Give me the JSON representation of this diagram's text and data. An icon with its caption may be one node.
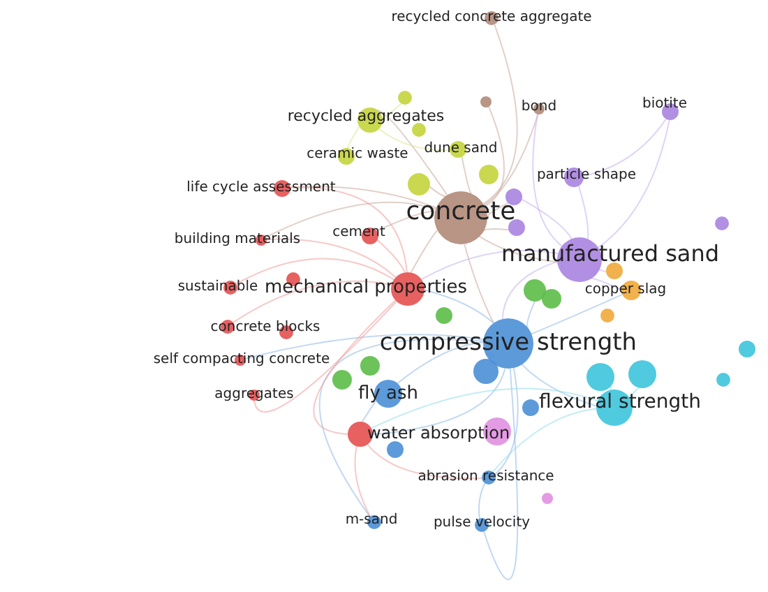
{
  "diagram": {
    "nodes": [
      {
        "text": [
          "concrete"
        ]
      },
      {
        "text": [
          "manufactured sand"
        ]
      },
      {
        "text": [
          "compressive strength"
        ]
      },
      {
        "text": [
          "mechanical properties"
        ]
      },
      {
        "text": [
          "flexural strength"
        ]
      },
      {
        "text": [
          "fly ash"
        ]
      },
      {
        "text": [
          "water absorption"
        ]
      },
      {
        "text": [
          "recycled aggregates"
        ]
      },
      {
        "text": [
          "ceramic waste"
        ]
      },
      {
        "text": [
          "dune sand"
        ]
      },
      {
        "text": [
          "particle shape"
        ]
      },
      {
        "text": [
          "life cycle assessment"
        ]
      },
      {
        "text": [
          "cement"
        ]
      },
      {
        "text": [
          "building materials"
        ]
      },
      {
        "text": [
          "bond"
        ]
      },
      {
        "text": [
          "biotite"
        ]
      },
      {
        "text": [
          "recycled concrete aggregate"
        ]
      },
      {
        "text": [
          "copper slag"
        ]
      },
      {
        "text": [
          "sustainable"
        ]
      },
      {
        "text": [
          "concrete blocks"
        ]
      },
      {
        "text": [
          "self compacting concrete"
        ]
      },
      {
        "text": [
          "aggregates"
        ]
      },
      {
        "text": [
          "abrasion resistance"
        ]
      },
      {
        "text": [
          "m-sand"
        ]
      },
      {
        "text": [
          "pulse velocity"
        ]
      },
      {
        "text": [],
        "shape": "circle"
      },
      {
        "text": [],
        "shape": "circle"
      },
      {
        "text": [],
        "shape": "circle"
      },
      {
        "text": [],
        "shape": "circle"
      },
      {
        "text": [],
        "shape": "circle"
      },
      {
        "text": [],
        "shape": "circle"
      },
      {
        "text": [],
        "shape": "circle"
      },
      {
        "text": [],
        "shape": "circle"
      },
      {
        "text": [],
        "shape": "circle"
      },
      {
        "text": [],
        "shape": "circle"
      },
      {
        "text": [],
        "shape": "circle"
      },
      {
        "text": [],
        "shape": "circle"
      },
      {
        "text": [],
        "shape": "circle"
      },
      {
        "text": [],
        "shape": "circle"
      },
      {
        "text": [],
        "shape": "circle"
      },
      {
        "text": [],
        "shape": "circle"
      },
      {
        "text": [],
        "shape": "circle"
      },
      {
        "text": [],
        "shape": "circle"
      },
      {
        "text": [],
        "shape": "circle"
      },
      {
        "text": [],
        "shape": "circle"
      },
      {
        "text": [],
        "shape": "circle"
      },
      {
        "text": [],
        "shape": "circle"
      },
      {
        "text": [],
        "shape": "circle"
      },
      {
        "text": [],
        "shape": "circle"
      },
      {
        "text": [],
        "shape": "circle"
      },
      {
        "text": [],
        "shape": "circle"
      }
    ],
    "edges": [
      {
        "from": 0,
        "to": 1,
        "arrow": "none",
        "color": "#c8aa9c"
      },
      {
        "from": 0,
        "to": 2,
        "arrow": "none",
        "color": "#c8aa9c"
      },
      {
        "from": 0,
        "to": 3,
        "arrow": "none",
        "color": "#c8aa9c"
      },
      {
        "from": 0,
        "to": 16,
        "arrow": "none",
        "color": "#c8aa9c"
      },
      {
        "from": 0,
        "to": 14,
        "arrow": "none",
        "color": "#c8aa9c"
      },
      {
        "from": 0,
        "to": 7,
        "arrow": "none",
        "color": "#c8aa9c"
      },
      {
        "from": 0,
        "to": 9,
        "arrow": "none",
        "color": "#c8aa9c"
      },
      {
        "from": 0,
        "to": 12,
        "arrow": "none",
        "color": "#c8aa9c"
      },
      {
        "from": 0,
        "to": 11,
        "arrow": "none",
        "color": "#c8aa9c"
      },
      {
        "from": 0,
        "to": 29,
        "arrow": "none",
        "color": "#c8aa9c"
      },
      {
        "from": 0,
        "to": 32,
        "arrow": "none",
        "color": "#c8aa9c"
      },
      {
        "from": 0,
        "to": 30,
        "arrow": "none",
        "color": "#c8aa9c"
      },
      {
        "from": 0,
        "to": 13,
        "arrow": "none",
        "color": "#c8aa9c"
      },
      {
        "from": 1,
        "to": 2,
        "arrow": "none",
        "color": "#c4aef0"
      },
      {
        "from": 1,
        "to": 10,
        "arrow": "none",
        "color": "#c4aef0"
      },
      {
        "from": 1,
        "to": 15,
        "arrow": "none",
        "color": "#c4aef0"
      },
      {
        "from": 1,
        "to": 17,
        "arrow": "none",
        "color": "#c4aef0"
      },
      {
        "from": 1,
        "to": 33,
        "arrow": "none",
        "color": "#c4aef0"
      },
      {
        "from": 1,
        "to": 3,
        "arrow": "none",
        "color": "#c4aef0"
      },
      {
        "from": 1,
        "to": 14,
        "arrow": "none",
        "color": "#c4aef0"
      },
      {
        "from": 2,
        "to": 3,
        "arrow": "none",
        "color": "#90b8e8"
      },
      {
        "from": 2,
        "to": 4,
        "arrow": "none",
        "color": "#90b8e8"
      },
      {
        "from": 2,
        "to": 5,
        "arrow": "none",
        "color": "#90b8e8"
      },
      {
        "from": 2,
        "to": 6,
        "arrow": "none",
        "color": "#90b8e8"
      },
      {
        "from": 2,
        "to": 22,
        "arrow": "none",
        "color": "#90b8e8"
      },
      {
        "from": 2,
        "to": 24,
        "arrow": "none",
        "color": "#90b8e8"
      },
      {
        "from": 2,
        "to": 23,
        "arrow": "none",
        "color": "#90b8e8"
      },
      {
        "from": 2,
        "to": 17,
        "arrow": "none",
        "color": "#90b8e8"
      },
      {
        "from": 2,
        "to": 20,
        "arrow": "none",
        "color": "#90b8e8"
      },
      {
        "from": 3,
        "to": 18,
        "arrow": "none",
        "color": "#f09a9a"
      },
      {
        "from": 3,
        "to": 19,
        "arrow": "none",
        "color": "#f09a9a"
      },
      {
        "from": 3,
        "to": 21,
        "arrow": "none",
        "color": "#f09a9a"
      },
      {
        "from": 3,
        "to": 13,
        "arrow": "none",
        "color": "#f09a9a"
      },
      {
        "from": 3,
        "to": 11,
        "arrow": "none",
        "color": "#f09a9a"
      },
      {
        "from": 3,
        "to": 12,
        "arrow": "none",
        "color": "#f09a9a"
      },
      {
        "from": 3,
        "to": 6,
        "arrow": "none",
        "color": "#f09a9a"
      },
      {
        "from": 7,
        "to": 8,
        "arrow": "none",
        "color": "#dce48c"
      },
      {
        "from": 7,
        "to": 9,
        "arrow": "none",
        "color": "#dce48c"
      },
      {
        "from": 4,
        "to": 6,
        "arrow": "none",
        "color": "#90dcea"
      },
      {
        "from": 4,
        "to": 22,
        "arrow": "none",
        "color": "#90dcea"
      },
      {
        "from": 5,
        "to": 6,
        "arrow": "none",
        "color": "#90b8e8"
      },
      {
        "from": 6,
        "to": 22,
        "arrow": "none",
        "color": "#f09a9a"
      },
      {
        "from": 6,
        "to": 23,
        "arrow": "none",
        "color": "#f09a9a"
      },
      {
        "from": 22,
        "to": 24,
        "arrow": "none",
        "color": "#90b8e8"
      },
      {
        "from": 10,
        "to": 15,
        "arrow": "none",
        "color": "#c4aef0"
      },
      {
        "from": 2,
        "to": 44,
        "arrow": "none",
        "color": "#90b8e8"
      },
      {
        "from": 4,
        "to": 40,
        "arrow": "none",
        "color": "#90dcea"
      },
      {
        "from": 4,
        "to": 41,
        "arrow": "none",
        "color": "#90dcea"
      },
      {
        "from": 2,
        "to": 35,
        "arrow": "none",
        "color": "#90b8e8"
      },
      {
        "from": 1,
        "to": 32,
        "arrow": "none",
        "color": "#c4aef0"
      },
      {
        "from": 0,
        "to": 27,
        "arrow": "none",
        "color": "#c8aa9c"
      },
      {
        "from": 7,
        "to": 25,
        "arrow": "none",
        "color": "#dce48c"
      }
    ]
  }
}
